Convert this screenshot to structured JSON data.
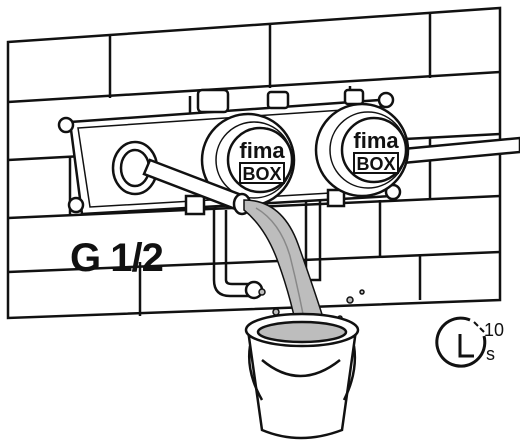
{
  "thread_size": "G 1/2",
  "brand": {
    "top": "fima",
    "bottom": "BOX"
  },
  "timer": {
    "value": "10",
    "unit": "s"
  },
  "icons": [
    "wall-mounted-mixer-box",
    "water-flow",
    "bucket",
    "timer-icon"
  ],
  "colors": {
    "line": "#111111",
    "water": "#bdbdbd",
    "background": "#ffffff"
  }
}
